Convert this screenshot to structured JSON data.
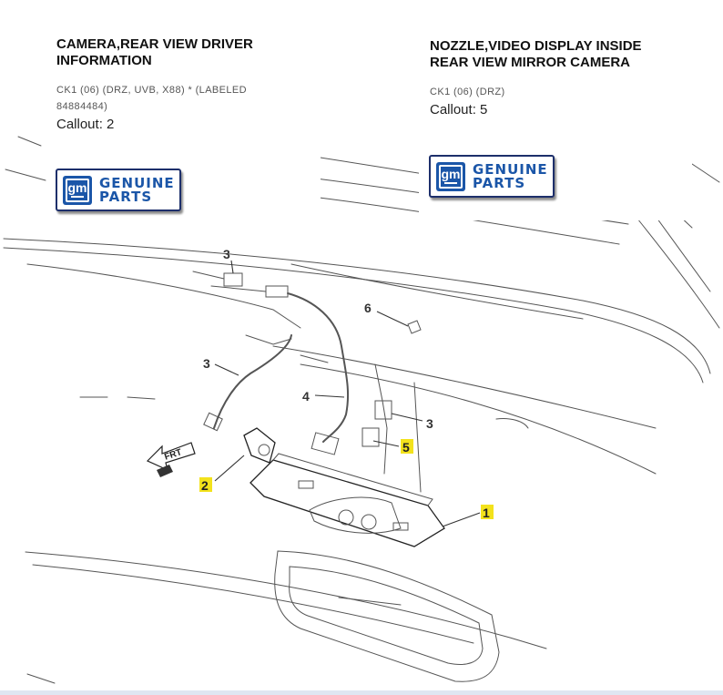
{
  "parts": [
    {
      "title_lines": [
        "CAMERA,REAR VIEW DRIVER",
        "INFORMATION"
      ],
      "details_lines": [
        "CK1 (06) (DRZ, UVB, X88) * (LABELED",
        "84884484)"
      ],
      "callout": "Callout: 2",
      "badge_lines": [
        "GENUINE",
        "PARTS"
      ],
      "badge_logo": "gm"
    },
    {
      "title_lines": [
        "NOZZLE,VIDEO DISPLAY INSIDE",
        "REAR VIEW MIRROR CAMERA"
      ],
      "details_lines": [
        "CK1 (06) (DRZ)"
      ],
      "callout": "Callout: 5",
      "badge_lines": [
        "GENUINE",
        "PARTS"
      ],
      "badge_logo": "gm"
    }
  ],
  "diagram": {
    "callouts": [
      "1",
      "2",
      "3",
      "3",
      "3",
      "4",
      "5",
      "6"
    ],
    "direction_label": "FRT",
    "highlight_color": "#f3e21c",
    "line_color": "#333333"
  },
  "theme": {
    "brand_blue": "#1b56a8",
    "badge_border": "#1d2f6b"
  }
}
